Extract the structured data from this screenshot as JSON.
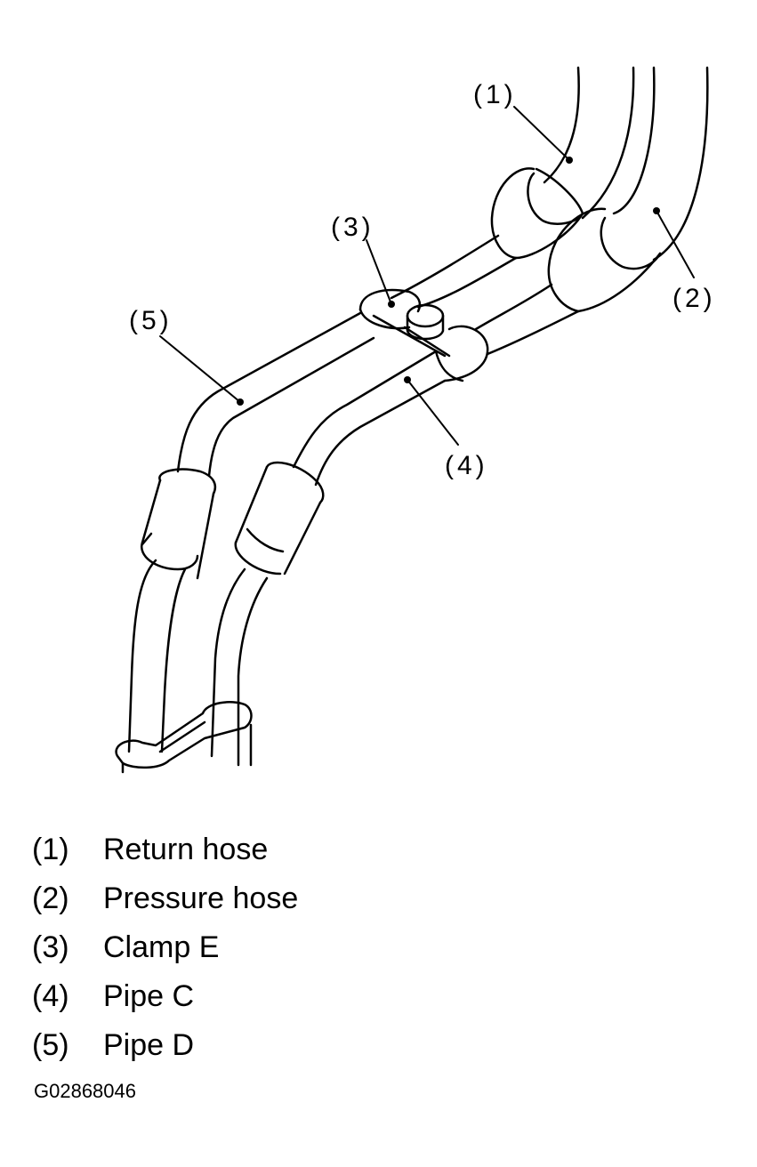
{
  "callouts": {
    "c1": "(1)",
    "c2": "(2)",
    "c3": "(3)",
    "c4": "(4)",
    "c5": "(5)"
  },
  "legend": [
    {
      "num": "(1)",
      "label": "Return hose"
    },
    {
      "num": "(2)",
      "label": "Pressure hose"
    },
    {
      "num": "(3)",
      "label": "Clamp E"
    },
    {
      "num": "(4)",
      "label": "Pipe C"
    },
    {
      "num": "(5)",
      "label": "Pipe D"
    }
  ],
  "figure_id": "G02868046"
}
